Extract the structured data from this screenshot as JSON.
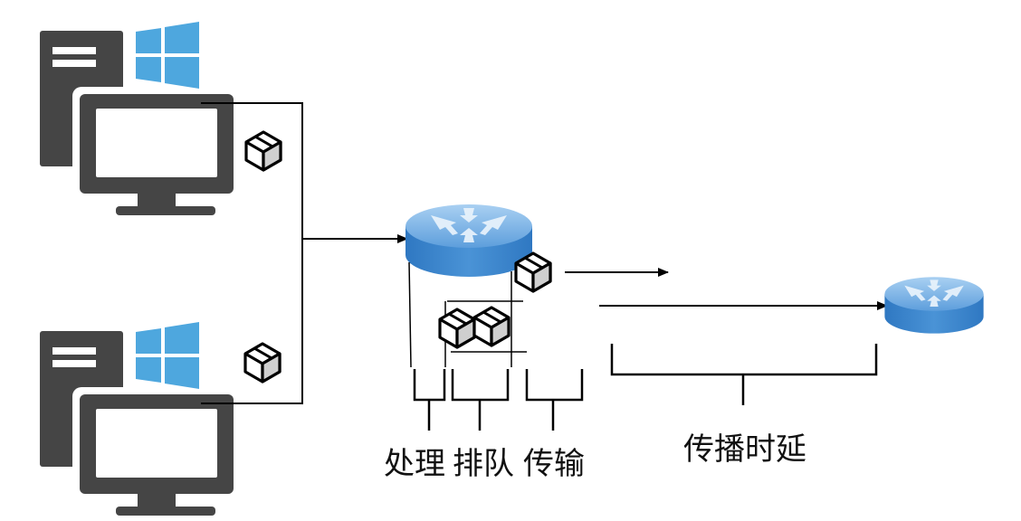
{
  "labels": {
    "processing": "处理",
    "queuing": "排队",
    "transmission": "传输",
    "propagation": "传播时延"
  },
  "nodes": {
    "host_top": {
      "os_logo": "windows-logo"
    },
    "host_bottom": {
      "os_logo": "windows-logo"
    },
    "router_main": {
      "icon": "router-icon"
    },
    "router_remote": {
      "icon": "router-icon"
    }
  },
  "packets": {
    "icon": "package-box-icon",
    "queue_count": 2
  },
  "colors": {
    "computer": "#454545",
    "windows_logo": "#4ea7de",
    "router_top": "#7fb6e6",
    "router_side": "#3f86cc",
    "line": "#000000"
  }
}
